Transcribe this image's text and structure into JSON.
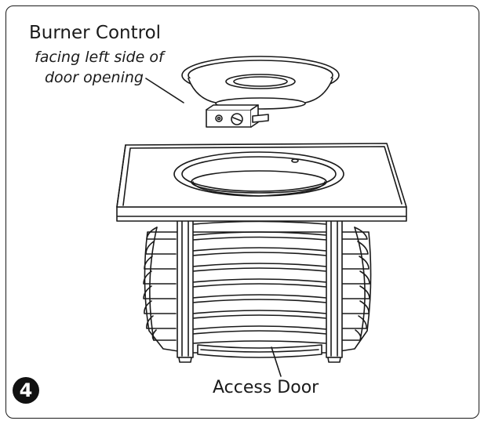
{
  "step_number": "4",
  "labels": {
    "burner_control": "Burner Control",
    "burner_note_line1": "facing left side of",
    "burner_note_line2": "door opening",
    "access_door": "Access Door"
  },
  "colors": {
    "line": "#1a1a1a",
    "fill": "#ffffff",
    "badge": "#111111"
  }
}
